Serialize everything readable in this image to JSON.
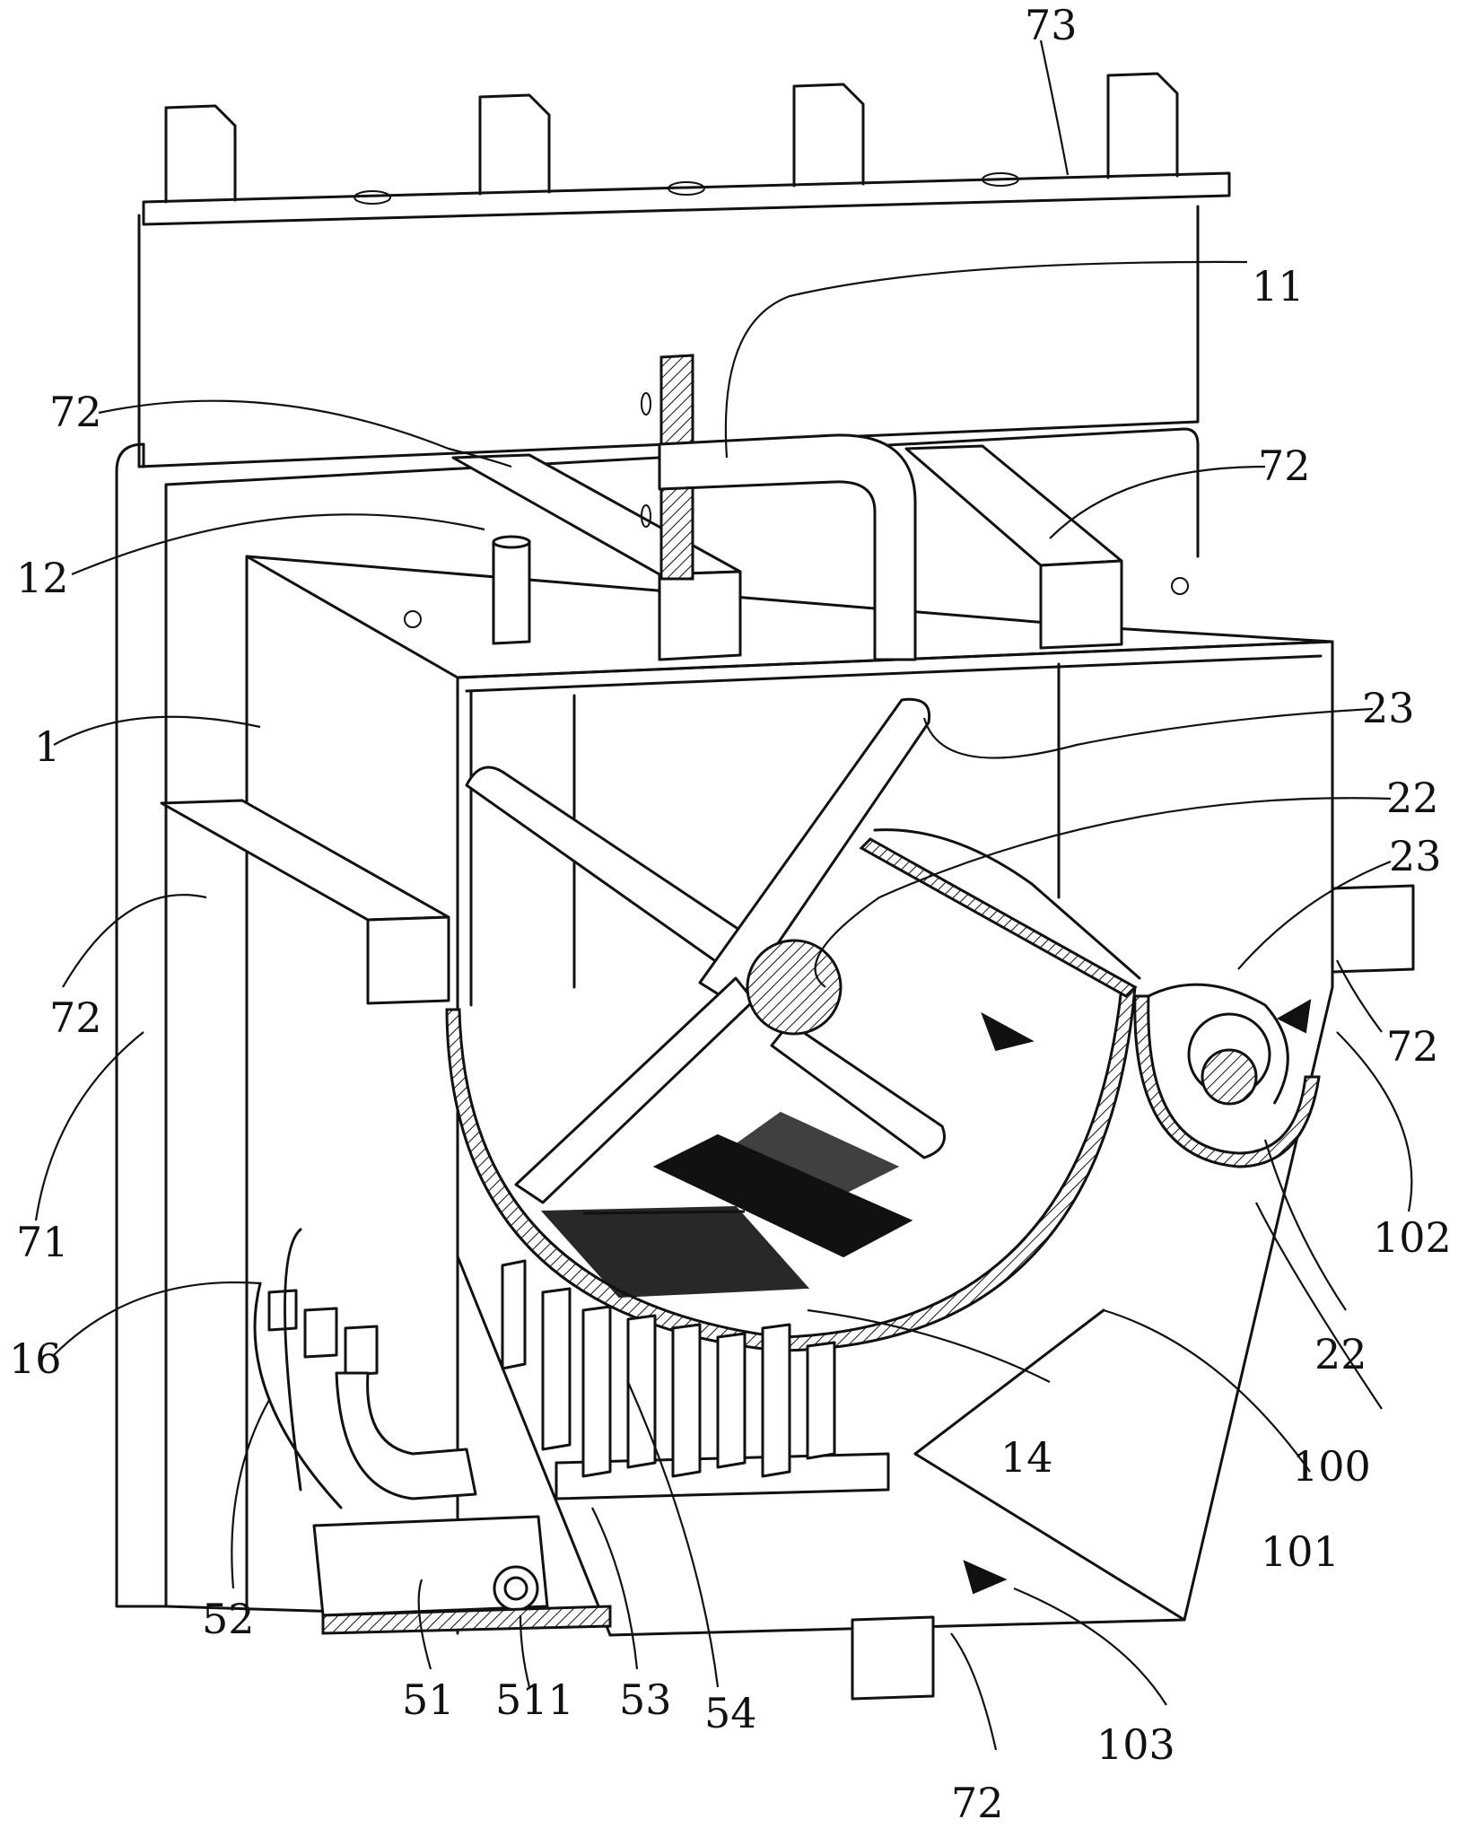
{
  "labels": {
    "l73": "73",
    "l11": "11",
    "l72a": "72",
    "l72b": "72",
    "l12": "12",
    "l23a": "23",
    "l1": "1",
    "l22a": "22",
    "l23b": "23",
    "l72c": "72",
    "l72d": "72",
    "l71": "71",
    "l102": "102",
    "l16": "16",
    "l22b": "22",
    "l14": "14",
    "l100": "100",
    "l101": "101",
    "l52": "52",
    "l51": "51",
    "l511": "511",
    "l53": "53",
    "l54": "54",
    "l103": "103",
    "l72e": "72"
  }
}
